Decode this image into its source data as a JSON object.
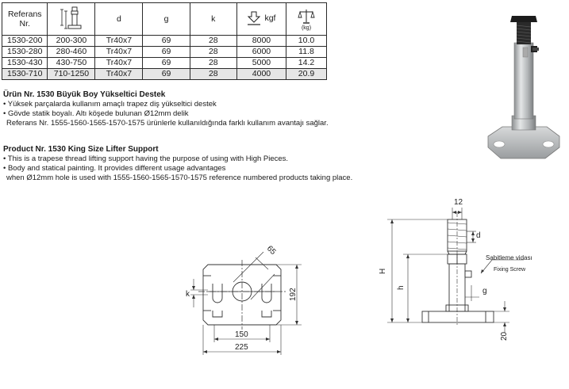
{
  "table": {
    "header": {
      "ref_line1": "Referans",
      "ref_line2": "Nr.",
      "d": "d",
      "g": "g",
      "k": "k",
      "kgf": "kgf",
      "kg": "(kg)"
    },
    "rows": [
      {
        "ref": "1530-200",
        "range": "200-300",
        "d": "Tr40x7",
        "g": "69",
        "k": "28",
        "kgf": "8000",
        "kg": "10.0"
      },
      {
        "ref": "1530-280",
        "range": "280-460",
        "d": "Tr40x7",
        "g": "69",
        "k": "28",
        "kgf": "6000",
        "kg": "11.8"
      },
      {
        "ref": "1530-430",
        "range": "430-750",
        "d": "Tr40x7",
        "g": "69",
        "k": "28",
        "kgf": "5000",
        "kg": "14.2"
      },
      {
        "ref": "1530-710",
        "range": "710-1250",
        "d": "Tr40x7",
        "g": "69",
        "k": "28",
        "kgf": "4000",
        "kg": "20.9"
      }
    ]
  },
  "tr_text": {
    "title": "Ürün Nr. 1530 Büyük Boy Yükseltici Destek",
    "line1": "• Yüksek parçalarda kullanım amaçlı trapez diş yükseltici destek",
    "line2": "• Gövde statik boyalı. Altı köşede bulunan Ø12mm delik",
    "line3": "Referans Nr. 1555-1560-1565-1570-1575 ürünlerle kullanıldığında farklı kullanım avantajı sağlar."
  },
  "en_text": {
    "title": "Product Nr. 1530 King Size Lifter Support",
    "line1": "• This is a trapese thread lifting support having the purpose of using with High Pieces.",
    "line2": "• Body and statical painting. It provides different usage advantages",
    "line3": "when Ø12mm hole is used with 1555-1560-1565-1570-1575 reference numbered products taking place."
  },
  "top_drawing": {
    "dim_65": "65",
    "dim_k": "k",
    "dim_192": "192",
    "dim_150": "150",
    "dim_225": "225"
  },
  "side_drawing": {
    "dim_12": "12",
    "dim_d": "d",
    "dim_H": "H",
    "dim_h": "h",
    "dim_g": "g",
    "dim_20": "20",
    "label_tr": "Sabitleme vidası",
    "label_en": "Fixing Screw"
  }
}
